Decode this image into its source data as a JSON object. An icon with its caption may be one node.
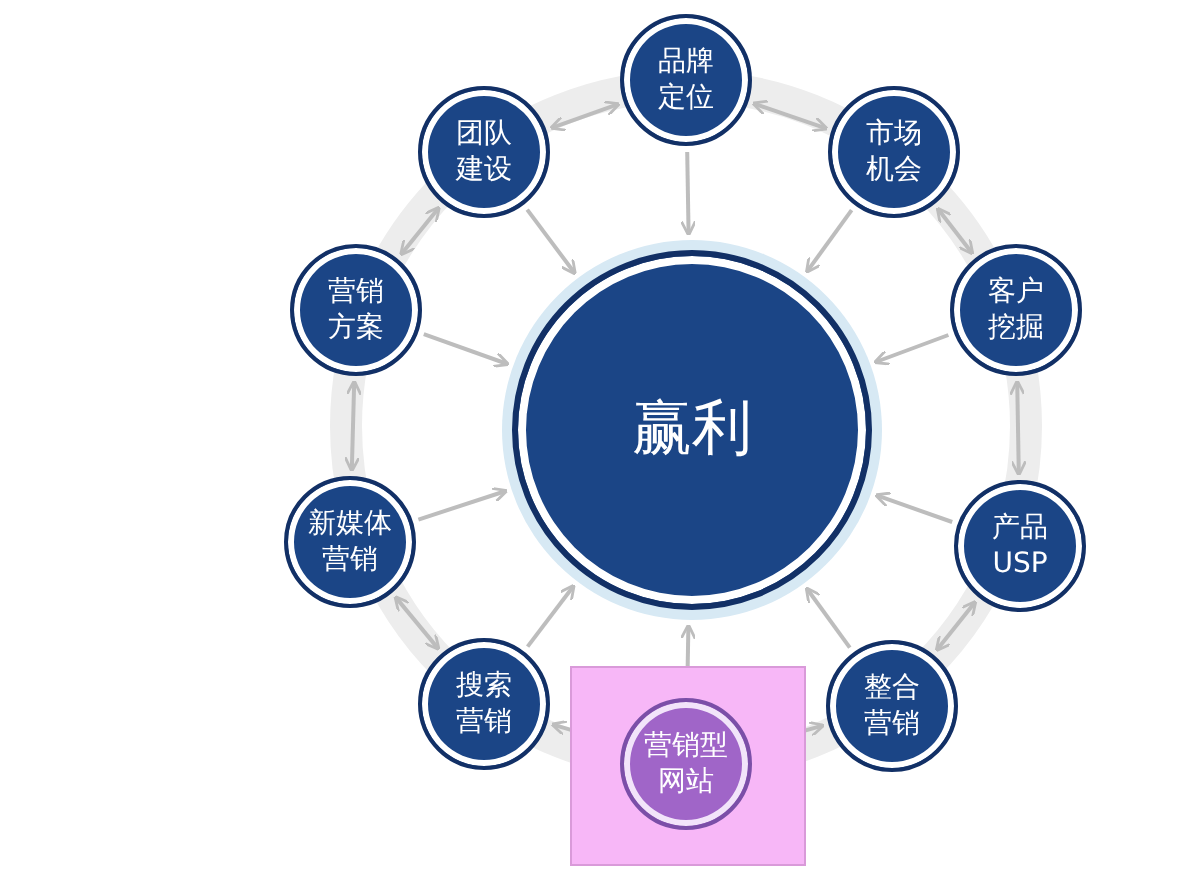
{
  "diagram": {
    "nodes": [
      {
        "text": [
          "品牌定位"
        ]
      },
      {
        "text": [
          "团队建设"
        ]
      },
      {
        "text": [
          "市场机会"
        ]
      },
      {
        "text": [
          "营销方案"
        ]
      },
      {
        "text": [
          "客户挖掘"
        ]
      },
      {
        "text": [
          "赢利"
        ]
      },
      {
        "text": [
          "新媒体营销"
        ]
      },
      {
        "text": [
          "产品USP"
        ]
      },
      {
        "text": [
          "搜索营销"
        ]
      },
      {
        "text": [],
        "shape": "box"
      },
      {
        "text": [
          "营销型网站"
        ],
        "in": 9
      },
      {
        "text": [
          "整合营销"
        ]
      }
    ],
    "edges": [
      {
        "from": 0,
        "to": 5,
        "arrow": "to"
      },
      {
        "from": 1,
        "to": 5,
        "arrow": "to"
      },
      {
        "from": 2,
        "to": 5,
        "arrow": "to"
      },
      {
        "from": 3,
        "to": 5,
        "arrow": "to"
      },
      {
        "from": 4,
        "to": 5,
        "arrow": "to"
      },
      {
        "from": 6,
        "to": 5,
        "arrow": "to"
      },
      {
        "from": 7,
        "to": 5,
        "arrow": "to"
      },
      {
        "from": 8,
        "to": 5,
        "arrow": "to"
      },
      {
        "from": 10,
        "to": 5,
        "arrow": "to"
      },
      {
        "from": 11,
        "to": 5,
        "arrow": "to"
      },
      {
        "from": 1,
        "to": 0,
        "arrow": "both"
      },
      {
        "from": 0,
        "to": 2,
        "arrow": "both"
      },
      {
        "from": 2,
        "to": 4,
        "arrow": "both"
      },
      {
        "from": 4,
        "to": 7,
        "arrow": "both"
      },
      {
        "from": 7,
        "to": 11,
        "arrow": "both"
      },
      {
        "from": 11,
        "to": 10,
        "arrow": "both"
      },
      {
        "from": 10,
        "to": 8,
        "arrow": "both"
      },
      {
        "from": 8,
        "to": 6,
        "arrow": "both"
      },
      {
        "from": 6,
        "to": 3,
        "arrow": "both"
      },
      {
        "from": 3,
        "to": 1,
        "arrow": "both"
      }
    ]
  }
}
